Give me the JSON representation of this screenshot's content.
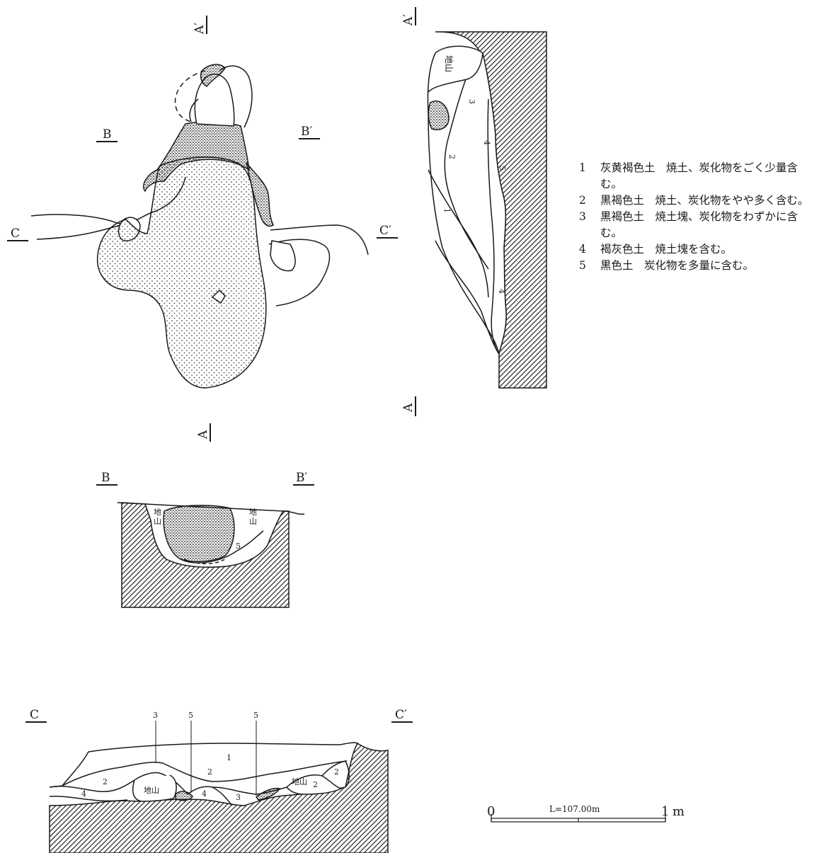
{
  "section_labels": {
    "a": "A",
    "a_prime": "A′",
    "b": "B",
    "b_prime": "B′",
    "c": "C",
    "c_prime": "C′"
  },
  "natural_ground_label": "地山",
  "natural_ground_label_vertical": [
    "地",
    "山"
  ],
  "layer_numbers": [
    "1",
    "2",
    "3",
    "4",
    "5"
  ],
  "legend": [
    {
      "num": "1",
      "text": "灰黄褐色土　焼土、炭化物をごく少量含む。"
    },
    {
      "num": "2",
      "text": "黒褐色土　焼土、炭化物をやや多く含む。"
    },
    {
      "num": "3",
      "text": "黒褐色土　焼土塊、炭化物をわずかに含む。"
    },
    {
      "num": "4",
      "text": "褐灰色土　焼土塊を含む。"
    },
    {
      "num": "5",
      "text": "黒色土　炭化物を多量に含む。"
    }
  ],
  "scale": {
    "zero": "0",
    "elevation": "L=107.00m",
    "one": "1",
    "unit": "m"
  }
}
